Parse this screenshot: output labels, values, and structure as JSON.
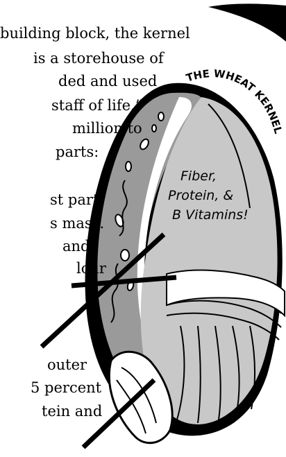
{
  "article": {
    "lines": [
      "building block, the kernel",
      "is a storehouse of",
      "ded and used",
      "staff of life.”",
      "million to",
      "parts:",
      "st part",
      "s mass.",
      "and",
      "lour",
      "outer",
      "5 percent",
      "tein and"
    ]
  },
  "illustration": {
    "title": "THE WHEAT KERNEL",
    "callout": [
      "Fiber,",
      "Protein, &",
      "B Vitamins!"
    ]
  },
  "colors": {
    "ink": "#000000",
    "bran": "#9a9a9a",
    "endosperm": "#c8c8c8",
    "paper": "#ffffff"
  }
}
